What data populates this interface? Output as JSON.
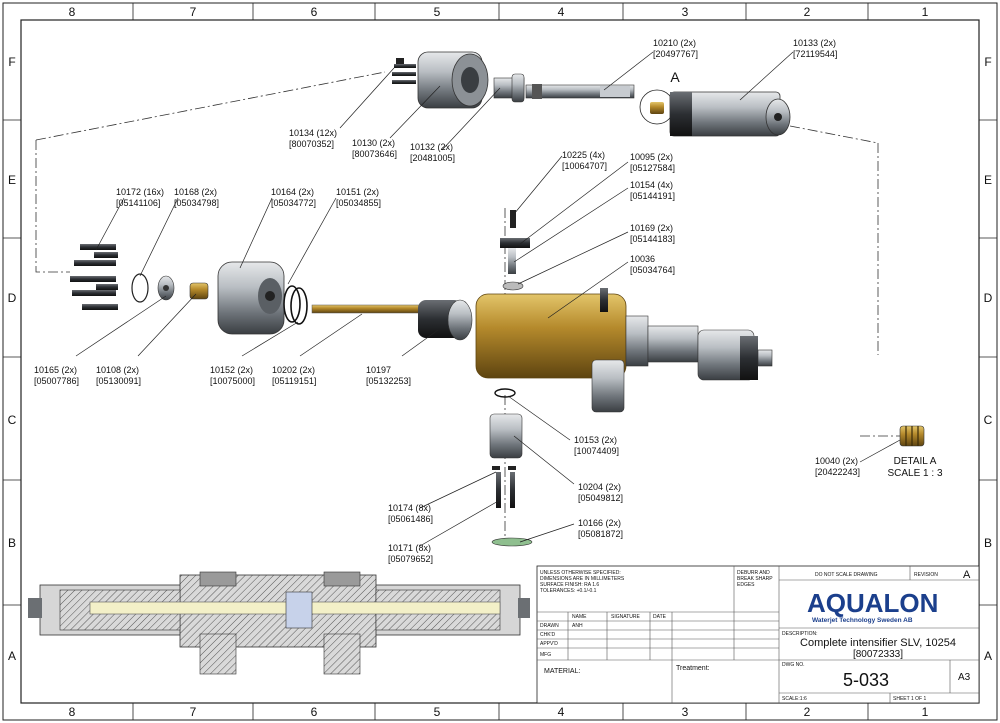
{
  "border": {
    "columns": [
      "8",
      "7",
      "6",
      "5",
      "4",
      "3",
      "2",
      "1"
    ],
    "rows": [
      "F",
      "E",
      "D",
      "C",
      "B",
      "A"
    ]
  },
  "callouts": [
    {
      "id": "c10210",
      "num": "10210 (2x)",
      "part": "[20497767]"
    },
    {
      "id": "c10133",
      "num": "10133 (2x)",
      "part": "[72119544]"
    },
    {
      "id": "c10134",
      "num": "10134 (12x)",
      "part": "[80070352]"
    },
    {
      "id": "c10130",
      "num": "10130 (2x)",
      "part": "[80073646]"
    },
    {
      "id": "c10132",
      "num": "10132 (2x)",
      "part": "[20481005]"
    },
    {
      "id": "c10225",
      "num": "10225 (4x)",
      "part": "[10064707]"
    },
    {
      "id": "c10095",
      "num": "10095 (2x)",
      "part": "[05127584]"
    },
    {
      "id": "c10154",
      "num": "10154 (4x)",
      "part": "[05144191]"
    },
    {
      "id": "c10169",
      "num": "10169 (2x)",
      "part": "[05144183]"
    },
    {
      "id": "c10036",
      "num": "10036",
      "part": "[05034764]"
    },
    {
      "id": "c10172",
      "num": "10172 (16x)",
      "part": "[05141106]"
    },
    {
      "id": "c10168",
      "num": "10168 (2x)",
      "part": "[05034798]"
    },
    {
      "id": "c10164",
      "num": "10164 (2x)",
      "part": "[05034772]"
    },
    {
      "id": "c10151",
      "num": "10151 (2x)",
      "part": "[05034855]"
    },
    {
      "id": "c10165",
      "num": "10165 (2x)",
      "part": "[05007786]"
    },
    {
      "id": "c10108",
      "num": "10108 (2x)",
      "part": "[05130091]"
    },
    {
      "id": "c10152",
      "num": "10152 (2x)",
      "part": "[10075000]"
    },
    {
      "id": "c10202",
      "num": "10202 (2x)",
      "part": "[05119151]"
    },
    {
      "id": "c10197",
      "num": "10197",
      "part": "[05132253]"
    },
    {
      "id": "c10153",
      "num": "10153 (2x)",
      "part": "[10074409]"
    },
    {
      "id": "c10204",
      "num": "10204 (2x)",
      "part": "[05049812]"
    },
    {
      "id": "c10174",
      "num": "10174 (8x)",
      "part": "[05061486]"
    },
    {
      "id": "c10171",
      "num": "10171 (8x)",
      "part": "[05079652]"
    },
    {
      "id": "c10166",
      "num": "10166 (2x)",
      "part": "[05081872]"
    },
    {
      "id": "c10040",
      "num": "10040 (2x)",
      "part": "[20422243]"
    }
  ],
  "detail": {
    "letter": "A",
    "title": "DETAIL A",
    "scale": "SCALE 1 : 3"
  },
  "title_block": {
    "notes": [
      "UNLESS OTHERWISE SPECIFIED:",
      "DIMENSIONS ARE IN MILLIMETERS",
      "SURFACE FINISH: RA 1.6",
      "TOLERANCES: +0.1/-0.1"
    ],
    "finish_note": [
      "DEBURR AND",
      "BREAK SHARP",
      "EDGES"
    ],
    "headers": [
      "NAME",
      "SIGNATURE",
      "DATE"
    ],
    "roles": [
      "DRAWN",
      "CHK'D",
      "APPV'D",
      "MFG"
    ],
    "drawn_by": "ANH",
    "material_label": "MATERIAL:",
    "treatment_label": "Treatment:",
    "do_not_scale": "DO NOT SCALE DRAWING",
    "revision_label": "REVISION",
    "revision": "A",
    "company_logo": "AQUALON",
    "company_sub": "Waterjet Technology Sweden AB",
    "description_label": "DESCRIPTION:",
    "description_line1": "Complete intensifier SLV, 10254",
    "description_line2": "[80072333]",
    "dwg_label": "DWG NO.",
    "dwg_no": "5-033",
    "size": "A3",
    "scale": "SCALE:1:6",
    "sheet": "SHEET 1 OF 1"
  },
  "colors": {
    "brass": "#b58a2c",
    "steel": "#8a8f95",
    "dark": "#2c2f33",
    "brand": "#1b3f8c"
  }
}
